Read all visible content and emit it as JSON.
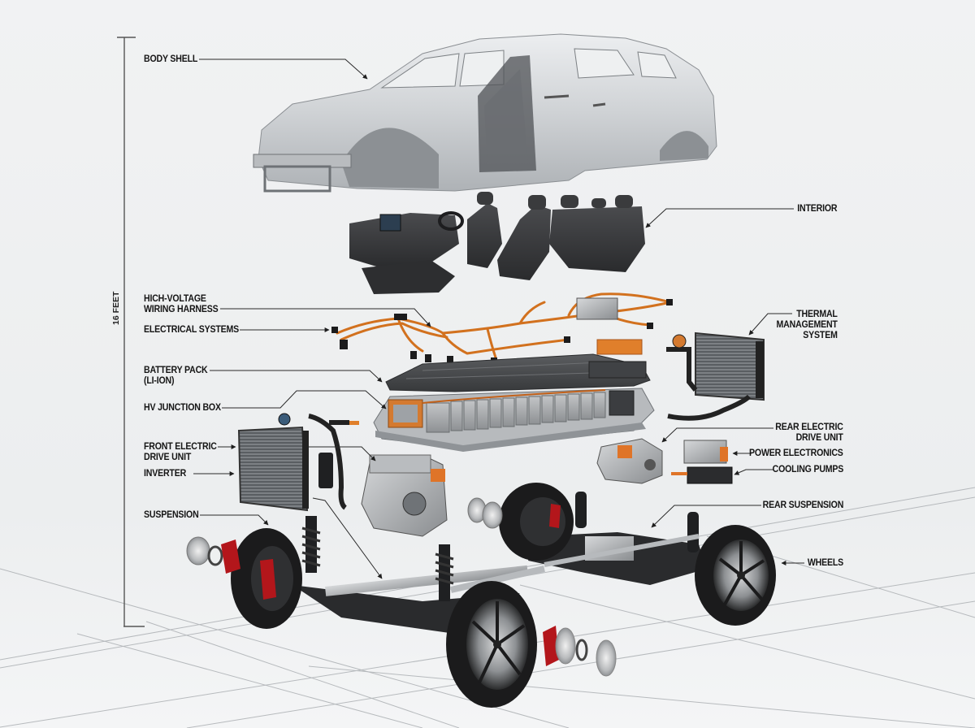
{
  "diagram": {
    "type": "exploded-view",
    "subject": "Electric SUV component breakdown",
    "scale_bar": {
      "label": "16 FEET"
    },
    "colors": {
      "background": "#eef0f1",
      "body_shell": "#d3d5d7",
      "interior": "#3a3b3d",
      "wiring_orange": "#d2711e",
      "battery_casing": "#4a4c4f",
      "battery_cells": "#a9abad",
      "brake_caliper_red": "#b3161b",
      "tire_black": "#1b1b1c",
      "label_text": "#151515",
      "leader_line": "#2a2a2a",
      "floor_grid": "#9ea2a6"
    },
    "callouts_left": [
      {
        "id": "body-shell",
        "text": "BODY SHELL"
      },
      {
        "id": "hv-wiring-harness",
        "text": "HICH-VOLTAGE\nWIRING HARNESS"
      },
      {
        "id": "electrical-systems",
        "text": "ELECTRICAL SYSTEMS"
      },
      {
        "id": "battery-pack",
        "text": "BATTERY PACK\n(LI-ION)"
      },
      {
        "id": "hv-junction-box",
        "text": "HV JUNCTION BOX"
      },
      {
        "id": "front-electric-drive-unit",
        "text": "FRONT ELECTRIC\nDRIVE UNIT"
      },
      {
        "id": "inverter",
        "text": "INVERTER"
      },
      {
        "id": "suspension",
        "text": "SUSPENSION"
      }
    ],
    "callouts_right": [
      {
        "id": "interior",
        "text": "INTERIOR"
      },
      {
        "id": "thermal-management-system",
        "text": "THERMAL\nMANAGEMENT\nSYSTEM"
      },
      {
        "id": "rear-electric-drive-unit",
        "text": "REAR ELECTRIC\nDRIVE UNIT"
      },
      {
        "id": "power-electronics",
        "text": "POWER ELECTRONICS"
      },
      {
        "id": "cooling-pumps",
        "text": "COOLING PUMPS"
      },
      {
        "id": "rear-suspension",
        "text": "REAR SUSPENSION"
      },
      {
        "id": "wheels",
        "text": "WHEELS"
      }
    ]
  }
}
